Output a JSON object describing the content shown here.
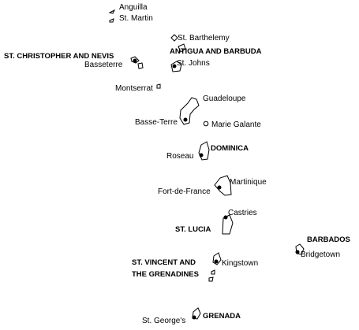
{
  "colors": {
    "background": "#ffffff",
    "ink": "#000000"
  },
  "countries": {
    "st_christopher_nevis": "ST. CHRISTOPHER AND NEVIS",
    "antigua_barbuda": "ANTIGUA AND BARBUDA",
    "dominica": "DOMINICA",
    "st_lucia": "ST. LUCIA",
    "barbados": "BARBADOS",
    "st_vincent_line1": "ST. VINCENT AND",
    "st_vincent_line2": "THE GRENADINES",
    "grenada": "GRENADA"
  },
  "places": {
    "anguilla": "Anguilla",
    "st_martin": "St. Martin",
    "st_barthelemy": "St. Barthelemy",
    "basseterre": "Basseterre",
    "st_johns": "St. Johns",
    "montserrat": "Montserrat",
    "guadeloupe": "Guadeloupe",
    "basse_terre": "Basse-Terre",
    "marie_galante": "Marie Galante",
    "roseau": "Roseau",
    "martinique": "Martinique",
    "fort_de_france": "Fort-de-France",
    "castries": "Castries",
    "kingstown": "Kingstown",
    "bridgetown": "Bridgetown",
    "st_georges": "St. George's"
  }
}
